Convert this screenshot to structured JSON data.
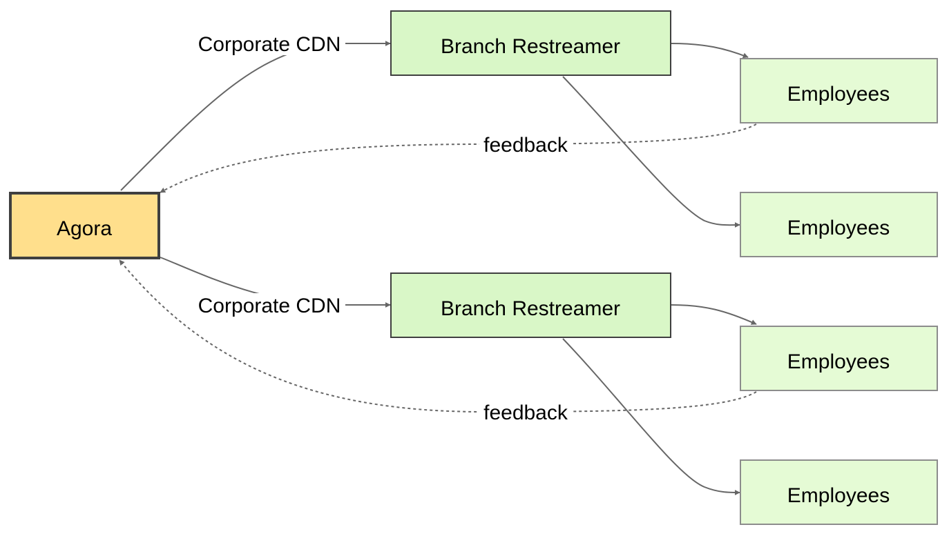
{
  "colors": {
    "source_fill": "#FFDF8C",
    "source_stroke": "#3F3F3F",
    "restreamer_fill": "#D9F7C7",
    "restreamer_stroke": "#3F3F3F",
    "employee_fill": "#E5FBD5",
    "employee_stroke": "#8C8C8C",
    "edge": "#666666"
  },
  "nodes": {
    "source": {
      "label": "Agora"
    },
    "restreamers": [
      {
        "label": "Branch Restreamer"
      },
      {
        "label": "Branch Restreamer"
      }
    ],
    "employees": [
      {
        "label": "Employees"
      },
      {
        "label": "Employees"
      },
      {
        "label": "Employees"
      },
      {
        "label": "Employees"
      }
    ]
  },
  "edges": {
    "cdn_labels": [
      "Corporate CDN",
      "Corporate CDN"
    ],
    "feedback_labels": [
      "feedback",
      "feedback"
    ]
  }
}
